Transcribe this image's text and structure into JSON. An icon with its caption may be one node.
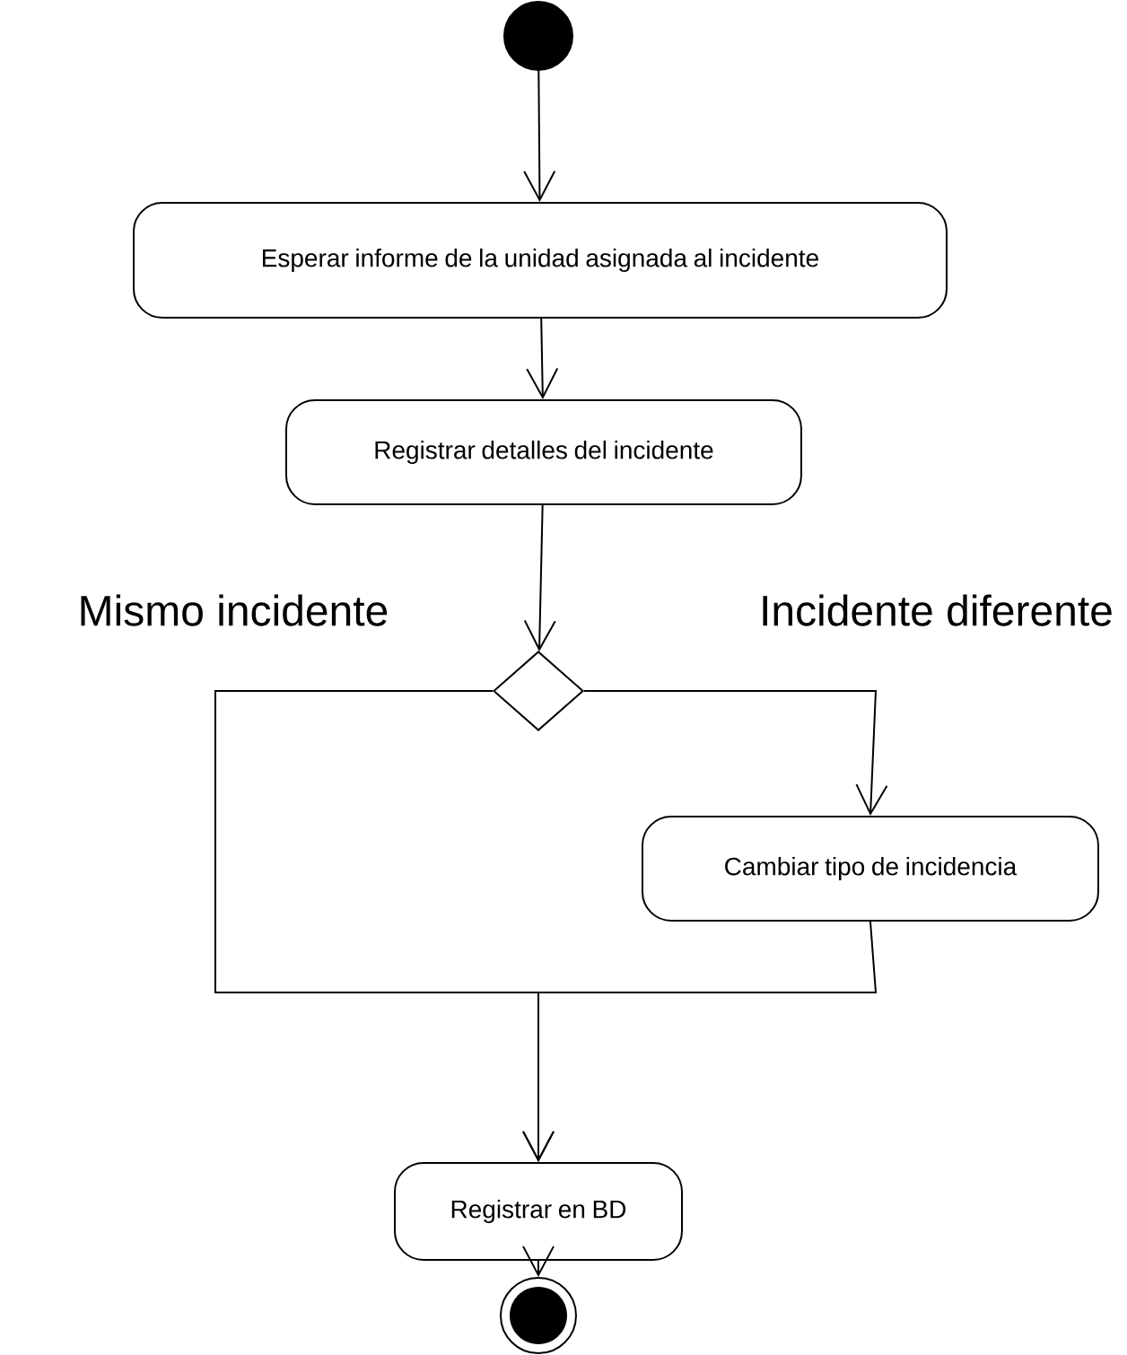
{
  "diagram": {
    "nodes": [
      {
        "text": [],
        "shape": "circle"
      },
      {
        "text": [
          "Esperar informe de la unidad asignada al incidente"
        ]
      },
      {
        "text": [
          "Registrar detalles del incidente"
        ]
      },
      {
        "text": [],
        "shape": "diamond"
      },
      {
        "text": [
          "Cambiar tipo de incidencia"
        ]
      },
      {
        "text": [
          "Registrar en BD"
        ]
      },
      {
        "text": [],
        "shape": "circle"
      }
    ],
    "edges": [
      {
        "from": 0,
        "to": 1,
        "arrow": "to"
      },
      {
        "from": 1,
        "to": 2,
        "arrow": "to"
      },
      {
        "from": 2,
        "to": 3,
        "arrow": "to"
      },
      {
        "from": 3,
        "to": 5,
        "arrow": "to",
        "label": "Mismo incidente"
      },
      {
        "from": 3,
        "to": 4,
        "arrow": "to",
        "label": "Incidente diferente"
      },
      {
        "from": 4,
        "to": 5,
        "arrow": "to"
      },
      {
        "from": 5,
        "to": 6,
        "arrow": "to"
      }
    ]
  }
}
